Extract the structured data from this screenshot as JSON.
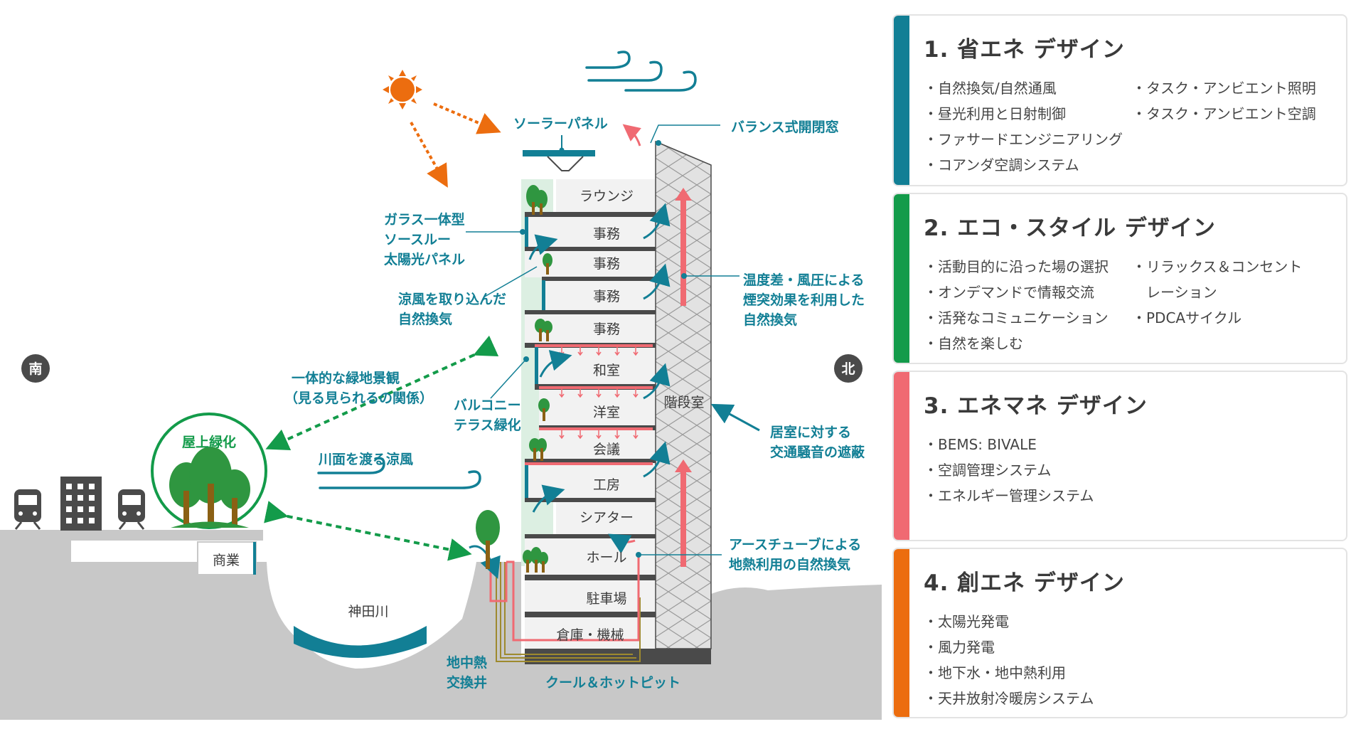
{
  "colors": {
    "teal": "#127f95",
    "green": "#139b4a",
    "pink": "#f06a72",
    "orange": "#ec6d0f",
    "gray": "#c8c8c8",
    "dark": "#4a4a4a"
  },
  "directions": {
    "south": "南",
    "north": "北"
  },
  "diagram_labels": {
    "solar_panel": "ソーラーパネル",
    "balance_window": "バランス式開閉窓",
    "glass_solar_1": "ガラス一体型",
    "glass_solar_2": "ソースルー",
    "glass_solar_3": "太陽光パネル",
    "cool_breeze_1": "涼風を取り込んだ",
    "cool_breeze_2": "自然換気",
    "stack_1": "温度差・風圧による",
    "stack_2": "煙突効果を利用した",
    "stack_3": "自然換気",
    "green_landscape_1": "一体的な緑地景観",
    "green_landscape_2": "（見る見られるの関係）",
    "balcony_1": "バルコニー",
    "balcony_2": "テラス緑化",
    "noise_1": "居室に対する",
    "noise_2": "交通騒音の遮蔽",
    "roof_green": "屋上緑化",
    "river_breeze": "川面を渡る涼風",
    "earth_tube_1": "アースチューブによる",
    "earth_tube_2": "地熱利用の自然換気",
    "commercial": "商業",
    "river": "神田川",
    "geo_well_1": "地中熱",
    "geo_well_2": "交換井",
    "pit": "クール＆ホットピット",
    "stairs": "階段室"
  },
  "floors": [
    "ラウンジ",
    "事務",
    "事務",
    "事務",
    "事務",
    "和室",
    "洋室",
    "会議",
    "工房",
    "シアター",
    "ホール",
    "駐車場",
    "倉庫・機械"
  ],
  "panels": [
    {
      "title": "1. 省エネ デザイン",
      "col1": [
        "自然換気/自然通風",
        "昼光利用と日射制御",
        "ファサードエンジニアリング",
        "コアンダ空調システム"
      ],
      "col2": [
        "タスク・アンビエント照明",
        "タスク・アンビエント空調"
      ]
    },
    {
      "title": "2. エコ・スタイル デザイン",
      "col1": [
        "活動目的に沿った場の選択",
        "オンデマンドで情報交流",
        "活発なコミュニケーション",
        "自然を楽しむ"
      ],
      "col2": [
        "リラックス＆コンセント",
        "レーション",
        "PDCAサイクル"
      ]
    },
    {
      "title": "3. エネマネ デザイン",
      "col1": [
        "BEMS: BIVALE",
        "空調管理システム",
        "エネルギー管理システム"
      ],
      "col2": []
    },
    {
      "title": "4. 創エネ デザイン",
      "col1": [
        "太陽光発電",
        "風力発電",
        "地下水・地中熱利用",
        "天井放射冷暖房システム"
      ],
      "col2": []
    }
  ]
}
